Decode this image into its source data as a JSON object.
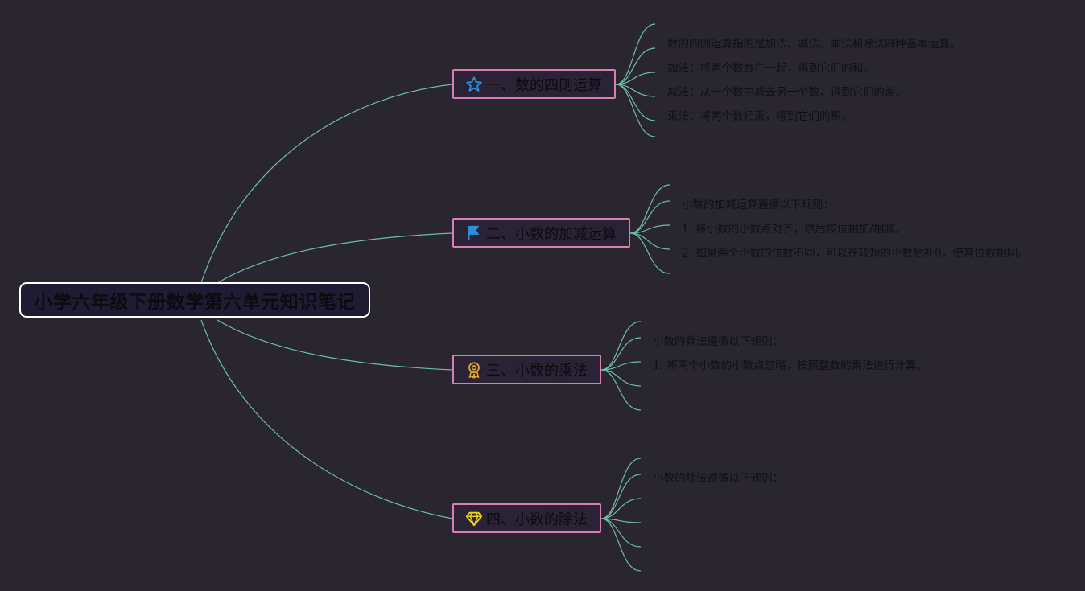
{
  "root": {
    "title": "小学六年级下册数学第六单元知识笔记"
  },
  "colors": {
    "background": "#2a2630",
    "connector": "#6fb9b0",
    "branch_border": "#d97fb6",
    "root_border": "#ffffff"
  },
  "branches": [
    {
      "label": "一、数的四则运算",
      "icon": "star-icon",
      "icon_color": "#2b8fd9",
      "leaves": [
        "数的四则运算指的是加法、减法、乘法和除法四种基本运算。",
        "加法：将两个数合在一起，得到它们的和。",
        "减法：从一个数中减去另一个数，得到它们的差。",
        "乘法：将两个数相乘，得到它们的积。",
        ""
      ]
    },
    {
      "label": "二、小数的加减运算",
      "icon": "flag-icon",
      "icon_color": "#2b8fd9",
      "leaves": [
        "小数的加减运算遵循以下规则：",
        "1. 将小数的小数点对齐，然后按位相加/相减。",
        "2. 如果两个小数的位数不同，可以在较短的小数后补0，使其位数相同。",
        ""
      ]
    },
    {
      "label": "三、小数的乘法",
      "icon": "medal-icon",
      "icon_color": "#e0a826",
      "leaves": [
        "小数的乘法遵循以下规则：",
        "1. 将两个小数的小数点忽略，按照整数的乘法进行计算。",
        "",
        ""
      ]
    },
    {
      "label": "四、小数的除法",
      "icon": "diamond-icon",
      "icon_color": "#e8d21f",
      "leaves": [
        "小数的除法遵循以下规则：",
        "",
        "",
        "",
        ""
      ]
    }
  ]
}
